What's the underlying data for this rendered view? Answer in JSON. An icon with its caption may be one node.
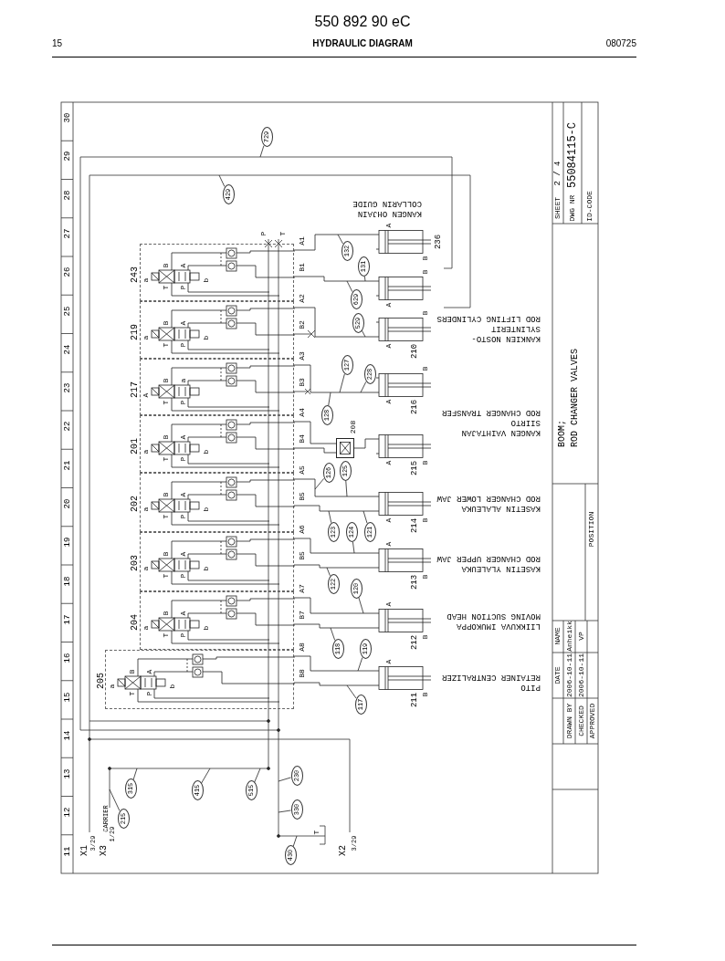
{
  "diagram": {
    "title": "HYDRAULIC DIAGRAM",
    "nodes": [
      {
        "text": [
          "243",
          "a",
          "B",
          "T",
          "P",
          "A",
          "b"
        ]
      },
      {
        "text": [
          "219",
          "a",
          "B",
          "T",
          "P",
          "A",
          "b"
        ]
      },
      {
        "text": [
          "217",
          "A",
          "B",
          "T",
          "P",
          "a"
        ]
      },
      {
        "text": [
          "201",
          "a",
          "B",
          "T",
          "P",
          "A",
          "b"
        ]
      },
      {
        "text": [
          "202",
          "a",
          "B",
          "T",
          "P",
          "A",
          "b"
        ]
      },
      {
        "text": [
          "203",
          "a",
          "B",
          "T",
          "P",
          "A",
          "b"
        ]
      },
      {
        "text": [
          "204",
          "a",
          "B",
          "T",
          "P",
          "A",
          "b"
        ]
      },
      {
        "text": [
          "205",
          "a",
          "B",
          "T",
          "P",
          "A",
          "b"
        ]
      },
      {
        "text": [
          "208"
        ]
      },
      {
        "text": [
          "A",
          "B"
        ],
        "beside": [
          "236"
        ]
      },
      {
        "text": [
          "B",
          "A"
        ]
      },
      {
        "text": [
          "B",
          "A"
        ],
        "beside": [
          "210"
        ]
      },
      {
        "text": [
          "B",
          "A"
        ],
        "beside": [
          "216"
        ]
      },
      {
        "text": [
          "A",
          "B"
        ],
        "beside": [
          "215"
        ]
      },
      {
        "text": [
          "A",
          "B"
        ],
        "beside": [
          "214"
        ]
      },
      {
        "text": [
          "A",
          "B"
        ],
        "beside": [
          "213"
        ]
      },
      {
        "text": [
          "A",
          "B"
        ],
        "beside": [
          "212"
        ]
      },
      {
        "text": [
          "A",
          "B"
        ],
        "beside": [
          "211"
        ]
      },
      {
        "text": [
          "729"
        ]
      },
      {
        "text": [
          "429"
        ]
      },
      {
        "text": [
          "132"
        ]
      },
      {
        "text": [
          "131"
        ]
      },
      {
        "text": [
          "629"
        ]
      },
      {
        "text": [
          "529"
        ]
      },
      {
        "text": [
          "228"
        ]
      },
      {
        "text": [
          "127"
        ]
      },
      {
        "text": [
          "128"
        ]
      },
      {
        "text": [
          "126"
        ]
      },
      {
        "text": [
          "125"
        ]
      },
      {
        "text": [
          "123"
        ]
      },
      {
        "text": [
          "124"
        ]
      },
      {
        "text": [
          "121"
        ]
      },
      {
        "text": [
          "122"
        ]
      },
      {
        "text": [
          "120"
        ]
      },
      {
        "text": [
          "119"
        ]
      },
      {
        "text": [
          "118"
        ]
      },
      {
        "text": [
          "117"
        ]
      },
      {
        "text": [
          "315"
        ]
      },
      {
        "text": [
          "415"
        ]
      },
      {
        "text": [
          "515"
        ]
      },
      {
        "text": [
          "215"
        ]
      },
      {
        "text": [
          "230"
        ]
      },
      {
        "text": [
          "330"
        ]
      },
      {
        "text": [
          "430"
        ]
      }
    ],
    "edges": [
      {
        "from": 0,
        "to": 9,
        "arrow": "none"
      },
      {
        "from": 0,
        "to": 10,
        "arrow": "none"
      },
      {
        "from": 1,
        "to": 11,
        "arrow": "none"
      },
      {
        "from": 2,
        "to": 12,
        "arrow": "none"
      },
      {
        "from": 3,
        "to": 8,
        "arrow": "none"
      },
      {
        "from": 3,
        "to": 8,
        "arrow": "none"
      },
      {
        "from": 8,
        "to": 13,
        "arrow": "none"
      },
      {
        "from": 4,
        "to": 14,
        "arrow": "none"
      },
      {
        "from": 4,
        "to": 14,
        "arrow": "none"
      },
      {
        "from": 5,
        "to": 15,
        "arrow": "none"
      },
      {
        "from": 5,
        "to": 15,
        "arrow": "none"
      },
      {
        "from": 6,
        "to": 16,
        "arrow": "none"
      },
      {
        "from": 6,
        "to": 16,
        "arrow": "none"
      },
      {
        "from": 7,
        "to": 17,
        "arrow": "none"
      },
      {
        "from": 7,
        "to": 17,
        "arrow": "none"
      },
      {
        "from": 18,
        "to": null,
        "arrow": "none"
      },
      {
        "from": 19,
        "to": null,
        "arrow": "none"
      },
      {
        "from": 20,
        "to": null,
        "arrow": "none"
      },
      {
        "from": 21,
        "to": null,
        "arrow": "none"
      },
      {
        "from": 22,
        "to": null,
        "arrow": "none"
      },
      {
        "from": 23,
        "to": null,
        "arrow": "none"
      },
      {
        "from": 24,
        "to": null,
        "arrow": "none"
      },
      {
        "from": 25,
        "to": null,
        "arrow": "none"
      },
      {
        "from": 26,
        "to": null,
        "arrow": "none"
      },
      {
        "from": 27,
        "to": null,
        "arrow": "none"
      },
      {
        "from": 28,
        "to": null,
        "arrow": "none"
      },
      {
        "from": 29,
        "to": null,
        "arrow": "none"
      },
      {
        "from": 30,
        "to": null,
        "arrow": "none"
      },
      {
        "from": 31,
        "to": null,
        "arrow": "none"
      },
      {
        "from": 32,
        "to": null,
        "arrow": "none"
      },
      {
        "from": 33,
        "to": null,
        "arrow": "none"
      },
      {
        "from": 34,
        "to": null,
        "arrow": "none"
      },
      {
        "from": 35,
        "to": null,
        "arrow": "none"
      },
      {
        "from": 36,
        "to": null,
        "arrow": "none"
      },
      {
        "from": 37,
        "to": null,
        "arrow": "none"
      },
      {
        "from": 38,
        "to": null,
        "arrow": "none"
      },
      {
        "from": 39,
        "to": null,
        "arrow": "none"
      },
      {
        "from": 40,
        "to": null,
        "arrow": "none"
      },
      {
        "from": 41,
        "to": null,
        "arrow": "none"
      },
      {
        "from": 42,
        "to": null,
        "arrow": "none"
      },
      {
        "from": 43,
        "to": null,
        "arrow": "none"
      }
    ],
    "labels": [
      "550 892 90 eC",
      "15",
      "080725",
      "30",
      "29",
      "28",
      "27",
      "26",
      "25",
      "24",
      "23",
      "22",
      "21",
      "20",
      "19",
      "18",
      "17",
      "16",
      "15",
      "14",
      "13",
      "12",
      "11",
      "P",
      "T",
      "A1",
      "B1",
      "A2",
      "B2",
      "A3",
      "B3",
      "A4",
      "B4",
      "A5",
      "B5",
      "A6",
      "B5",
      "A7",
      "B7",
      "A8",
      "B8",
      "KANGEN OHJAIN",
      "COLLARIN GUIDE",
      "KANKIEN NOSTO-",
      "SYLINTERIT",
      "ROD LIFTING CYLINDERS",
      "KANGEN VAIHTAJAN",
      "SIIRTO",
      "ROD CHANGER TRANSFER",
      "KASETIN ALALEUKA",
      "ROD CHANGER LOWER JAW",
      "KASETIN YLALEUKA",
      "ROD CHANGER UPPER JAW",
      "LIIKKUVA IMUKOPPA",
      "MOVING SUCTION HEAD",
      "PITO",
      "RETAINER CENTRALIZER",
      "X1",
      "3/29",
      "X3",
      "CARRIER",
      "1/29",
      "X2",
      "3/29",
      "T",
      "SHEET",
      "2 / 4",
      "DWG NR",
      "55084115-C",
      "ID-CODE",
      "BOOM;",
      "ROD CHANGER VALVES",
      "POSITION",
      "DATE",
      "NAME",
      "DRAWN BY",
      "2006-10-11",
      "Anheikk",
      "CHECKED",
      "2006-10-11",
      "VP",
      "APPROVED"
    ]
  }
}
